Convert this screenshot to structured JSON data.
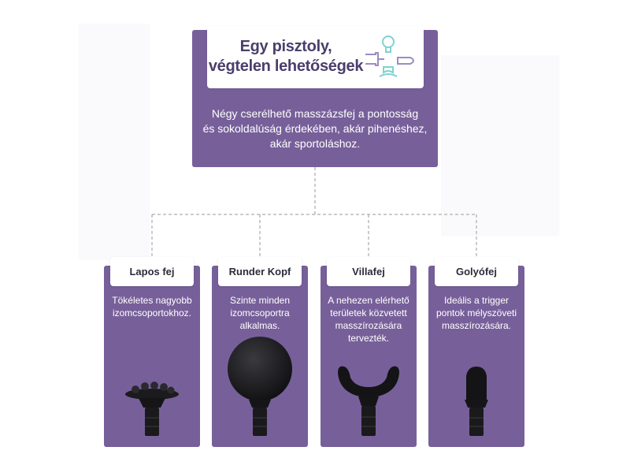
{
  "header": {
    "title_lines": [
      "Egy pisztoly,",
      "végtelen lehetőségek"
    ],
    "description_lines": [
      "Négy cserélhető masszázsfej a pontosság",
      "és sokoldalúság érdekében, akár pihenéshez,",
      "akár sportoláshoz."
    ],
    "icon": "massage-heads-icon"
  },
  "colors": {
    "box_purple": "#77609a",
    "title_text": "#4a3f6b",
    "icon_teal": "#7fd3cf",
    "icon_lavender": "#9b8cc4"
  },
  "heads": [
    {
      "label": "Lapos fej",
      "description": "Tökéletes nagyobb\nizomcsoportokhoz.",
      "image": "flat-head-icon"
    },
    {
      "label": "Runder Kopf",
      "description": "Szinte minden\nizomcsoportra\nalkalmas.",
      "image": "ball-head-icon"
    },
    {
      "label": "Villafej",
      "description": "A nehezen elérhető\nterületek közvetett\nmasszírozására\ntervezték.",
      "image": "fork-head-icon"
    },
    {
      "label": "Golyófej",
      "description": "Ideális a trigger\npontok mélyszöveti\nmasszírozására.",
      "image": "bullet-head-icon"
    }
  ]
}
